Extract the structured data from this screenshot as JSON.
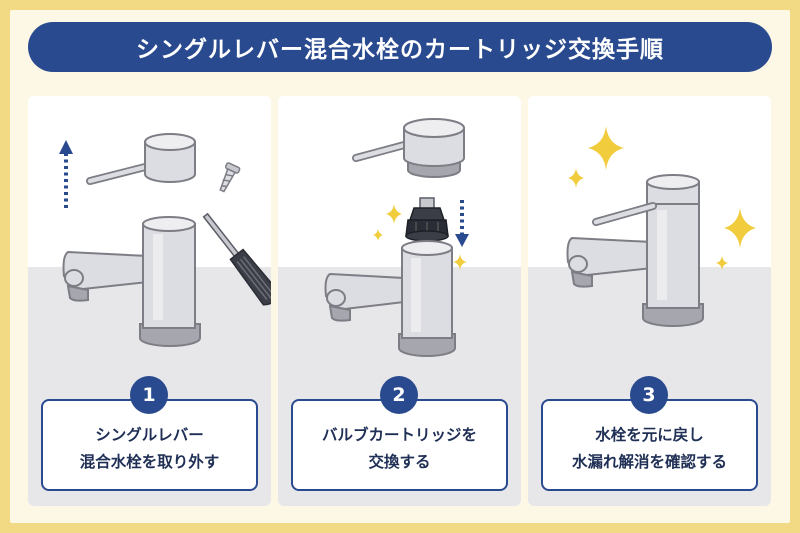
{
  "title": "シングルレバー混合水栓のカートリッジ交換手順",
  "colors": {
    "accent": "#2a4a8f",
    "border_frame": "#f2d983",
    "faucet_body": "#dcdde2",
    "faucet_outline": "#7c7d85",
    "sparkle": "#f1cc3d"
  },
  "steps": [
    {
      "number": "1",
      "line1": "シングルレバー",
      "line2": "混合水栓を取り外す"
    },
    {
      "number": "2",
      "line1": "バルブカートリッジを",
      "line2": "交換する"
    },
    {
      "number": "3",
      "line1": "水栓を元に戻し",
      "line2": "水漏れ解消を確認する"
    }
  ]
}
